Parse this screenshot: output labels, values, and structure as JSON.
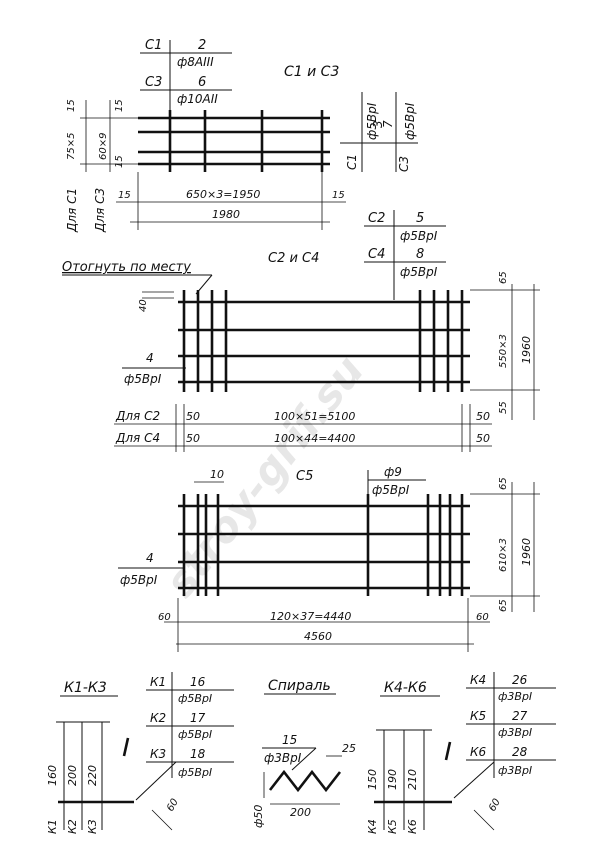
{
  "mesh1": {
    "callout_top": {
      "mark": "С1",
      "pos": "2",
      "spec": "ф8АIII"
    },
    "callout_bottom": {
      "mark": "С3",
      "pos": "6",
      "spec": "ф10АII"
    },
    "title": "С1 и С3",
    "vert_dims": [
      "15",
      "75×5",
      "60×9",
      "15",
      "15"
    ],
    "side_labels": [
      "Для С1",
      "Для С3"
    ],
    "horiz_dims": {
      "left": "15",
      "middle": "650×3=1950",
      "right": "15",
      "total": "1980"
    },
    "rot_callout": {
      "pos_a": "3",
      "spec_a": "ф5ВрI",
      "mark_a": "С1",
      "pos_b": "7",
      "spec_b": "ф5ВрI",
      "mark_b": "С3"
    }
  },
  "mesh2": {
    "callout_top": {
      "mark": "С2",
      "pos": "5",
      "spec": "ф5ВрI"
    },
    "callout_bottom": {
      "mark": "С4",
      "pos": "8",
      "spec": "ф5ВрI"
    },
    "note": "Отогнуть по месту",
    "title": "С2 и С4",
    "dim_40": "40",
    "left_callout": {
      "pos": "4",
      "spec": "ф5ВрI"
    },
    "right_dims": {
      "top": "65",
      "middle": "550×3",
      "bottom": "55",
      "total": "1960"
    },
    "rows": [
      {
        "label": "Для С2",
        "left": "50",
        "middle": "100×51=5100",
        "right": "50"
      },
      {
        "label": "Для С4",
        "left": "50",
        "middle": "100×44=4400",
        "right": "50"
      }
    ]
  },
  "mesh3": {
    "title": "С5",
    "dim_10": "10",
    "callout": {
      "pos": "ф9",
      "spec": "ф5ВрI"
    },
    "left_callout": {
      "pos": "4",
      "spec": "ф5ВрI"
    },
    "right_dims": {
      "top": "65",
      "middle": "610×3",
      "bottom": "65",
      "total": "1960"
    },
    "bottom_dims": {
      "left": "60",
      "middle": "120×37=4440",
      "right": "60",
      "total": "4560"
    }
  },
  "frame_k1": {
    "title": "К1-К3",
    "callout": [
      {
        "mark": "К1",
        "pos": "16",
        "spec": "ф5ВрI"
      },
      {
        "mark": "К2",
        "pos": "17",
        "spec": "ф5ВрI"
      },
      {
        "mark": "К3",
        "pos": "18",
        "spec": "ф5ВрI"
      }
    ],
    "heights": [
      "160",
      "200",
      "220"
    ],
    "labels": [
      "К1",
      "К2",
      "К3"
    ],
    "angle_dim": "60"
  },
  "spiral": {
    "title": "Спираль",
    "pos": "15",
    "spec": "ф3ВрI",
    "pitch": "25",
    "diameter": "ф50",
    "length": "200"
  },
  "frame_k4": {
    "title": "К4-К6",
    "callout": [
      {
        "mark": "К4",
        "pos": "26",
        "spec": "ф3ВрI"
      },
      {
        "mark": "К5",
        "pos": "27",
        "spec": "ф3ВрI"
      },
      {
        "mark": "К6",
        "pos": "28",
        "spec": "ф3ВрI"
      }
    ],
    "heights": [
      "150",
      "190",
      "210"
    ],
    "labels": [
      "К4",
      "К5",
      "К6"
    ],
    "angle_dim": "60"
  },
  "watermark": "stroy-grif.su"
}
